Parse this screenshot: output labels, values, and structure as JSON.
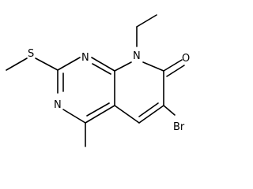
{
  "diagram": {
    "type": "chemical-structure",
    "atoms": {
      "sulfur": "S",
      "nitrogen_top": "N",
      "nitrogen_bottom": "N",
      "nitrogen_ring": "N",
      "oxygen": "O",
      "bromine": "Br"
    }
  }
}
